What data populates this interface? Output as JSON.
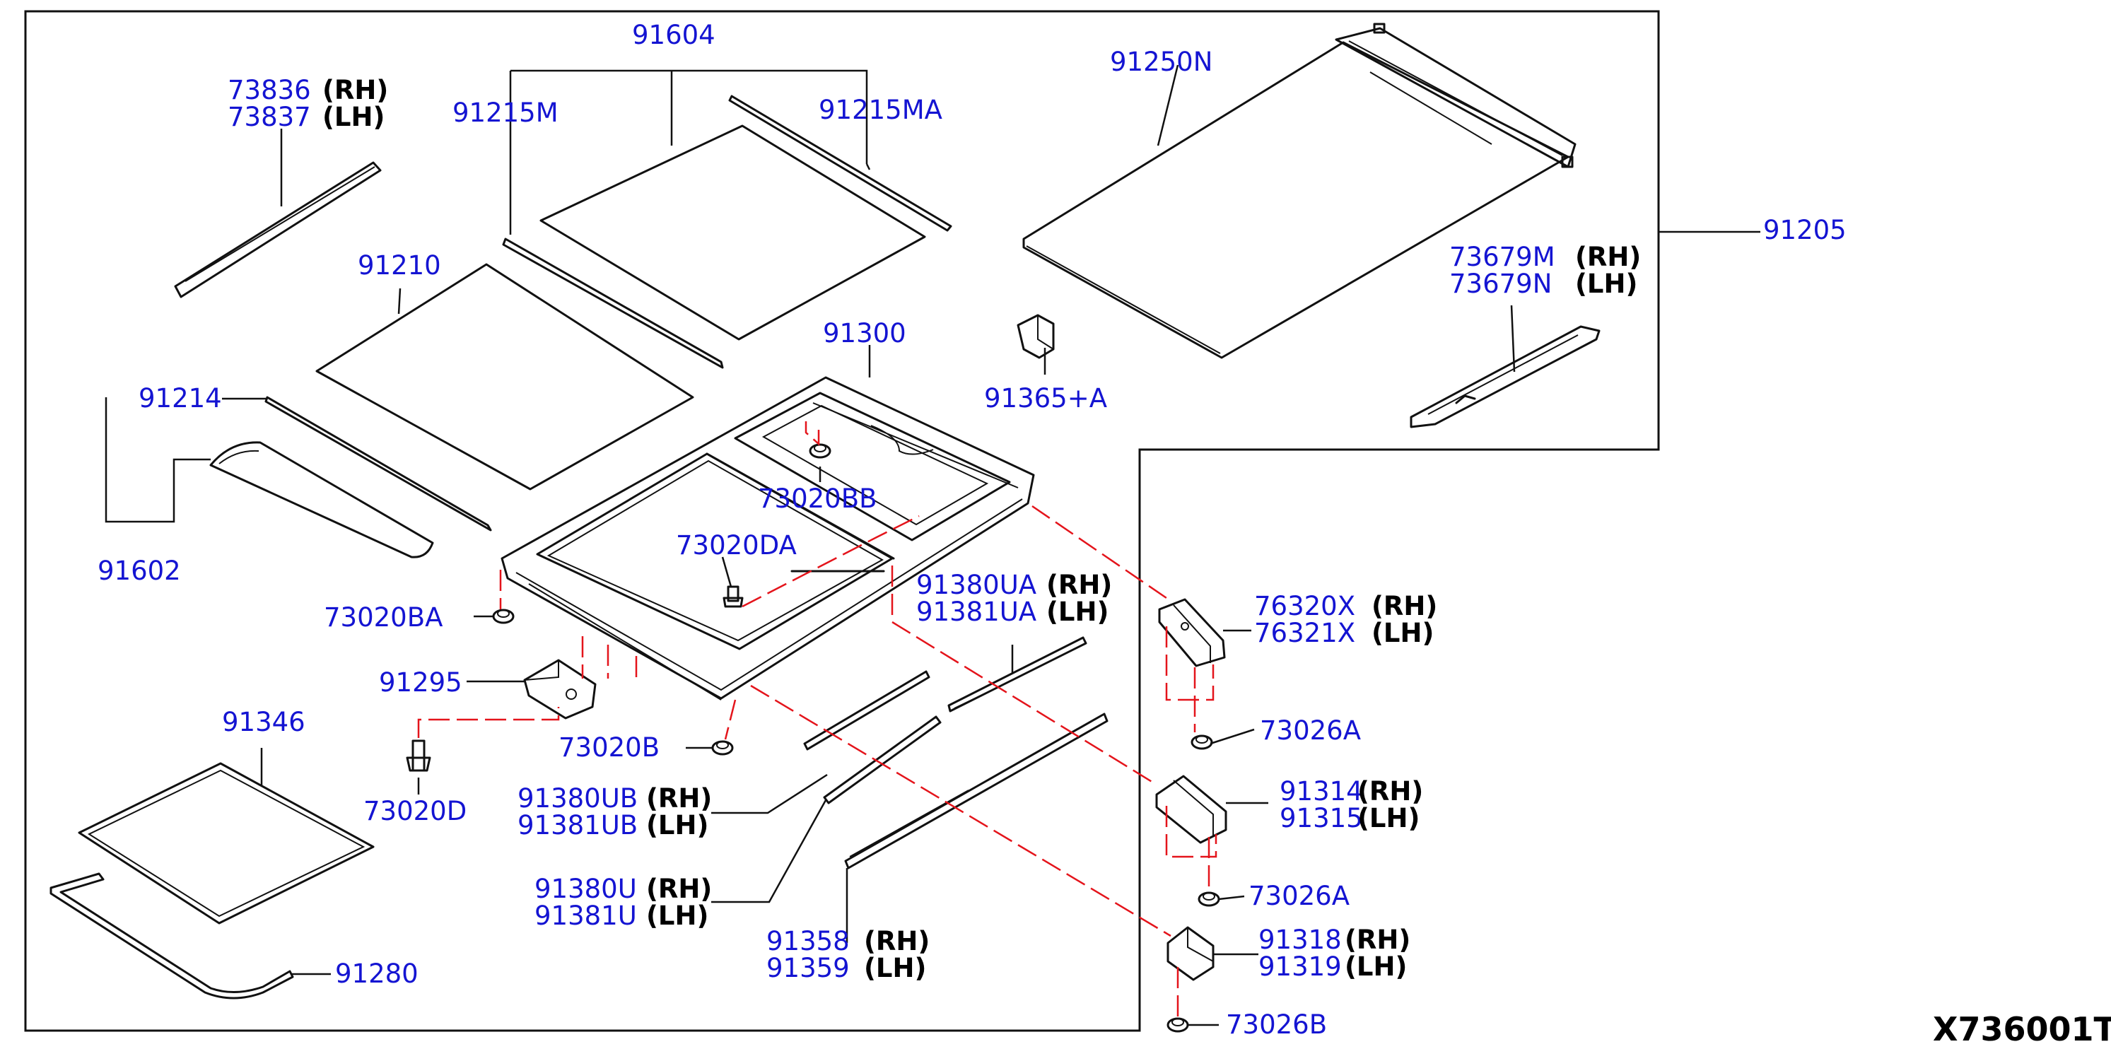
{
  "colors": {
    "part_number": "#1414d2",
    "side_label": "#000000",
    "leader": "#111111",
    "dashed_guide": "#e4141b",
    "background": "#ffffff"
  },
  "labels": {
    "p91604": "91604",
    "p91215m": "91215M",
    "p91215ma": "91215MA",
    "p73836": "73836",
    "p73837": "73837",
    "p91250n": "91250N",
    "p91205": "91205",
    "p73679m": "73679M",
    "p73679n": "73679N",
    "p91210": "91210",
    "p91300": "91300",
    "p91365a": "91365+A",
    "p91214": "91214",
    "p91602": "91602",
    "p73020bb": "73020BB",
    "p73020da": "73020DA",
    "p73020ba": "73020BA",
    "p91380ua": "91380UA",
    "p91381ua": "91381UA",
    "p76320x": "76320X",
    "p76321x": "76321X",
    "p91295": "91295",
    "p73020b": "73020B",
    "p73026a_1": "73026A",
    "p91346": "91346",
    "p91380ub": "91380UB",
    "p91381ub": "91381UB",
    "p91314": "91314",
    "p91315": "91315",
    "p73020d": "73020D",
    "p91380u": "91380U",
    "p91381u": "91381U",
    "p73026a_2": "73026A",
    "p91358": "91358",
    "p91359": "91359",
    "p91318": "91318",
    "p91319": "91319",
    "p91280": "91280",
    "p73026b": "73026B"
  },
  "sides": {
    "rh": "(RH)",
    "lh": "(LH)"
  },
  "diagram_code": "X736001T"
}
